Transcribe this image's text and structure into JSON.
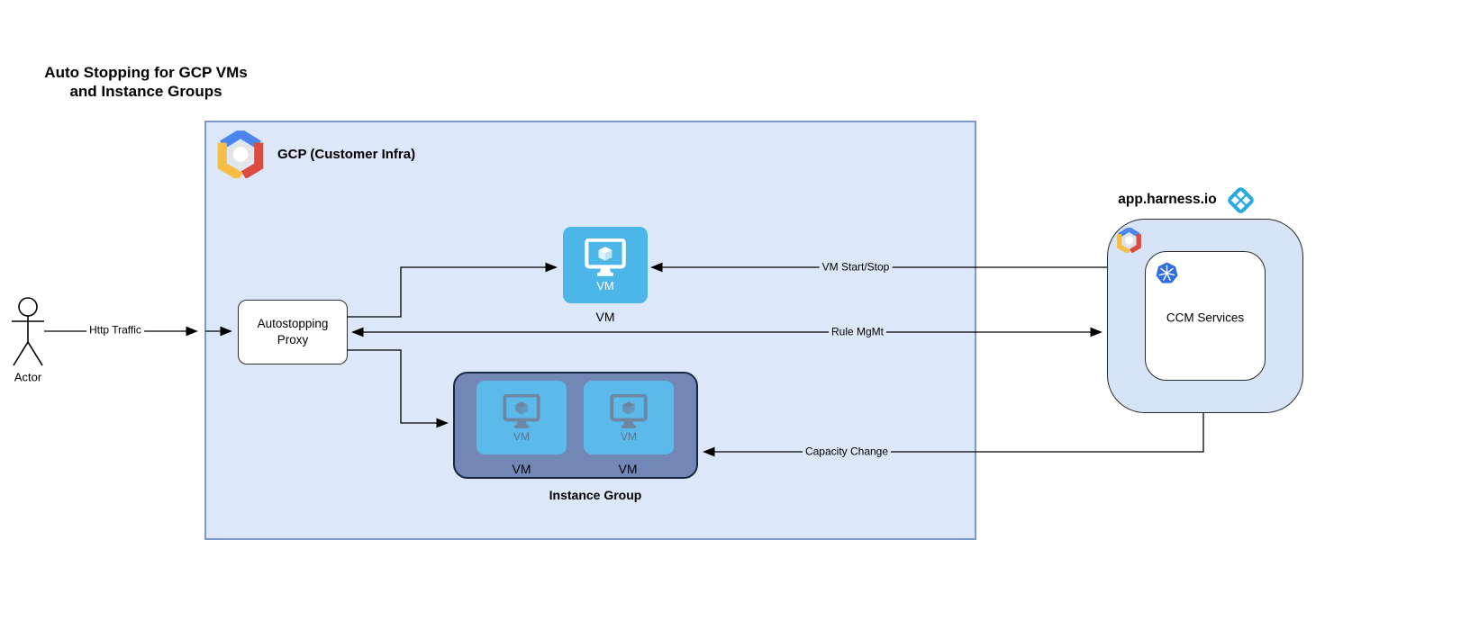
{
  "title": "Auto Stopping for GCP VMs\nand Instance Groups",
  "actor": {
    "label": "Actor"
  },
  "edges": {
    "http_traffic": "Http Traffic",
    "vm_start_stop": "VM Start/Stop",
    "rule_mgmt": "Rule MgMt",
    "capacity_change": "Capacity Change"
  },
  "gcp": {
    "label": "GCP (Customer Infra)"
  },
  "proxy": {
    "label": "Autostopping\nProxy"
  },
  "vm": {
    "icon_label": "VM",
    "label": "VM"
  },
  "instance_group": {
    "label": "Instance Group",
    "tiles": [
      {
        "icon_label": "VM",
        "label": "VM"
      },
      {
        "icon_label": "VM",
        "label": "VM"
      }
    ]
  },
  "harness": {
    "label": "app.harness.io",
    "ccm_label": "CCM Services"
  },
  "icons": [
    "gcp-logo",
    "harness-logo",
    "kubernetes-icon",
    "vm-monitor-icon",
    "actor-stick-figure"
  ],
  "colors": {
    "gcp_container_fill": "#dce7f9",
    "gcp_container_border": "#7d99cb",
    "harness_container_fill": "#d7e3f7",
    "instance_group_fill": "#7287b5",
    "instance_group_border": "#1b2742",
    "vm_icon_blue": "#4cb6e8",
    "instance_tile_blue": "#5bbae9",
    "kubernetes_blue": "#326ce5",
    "harness_logo_blue": "#29a9e0",
    "gcp_logo_blue": "#4c85ee",
    "gcp_logo_red": "#db4b3f",
    "gcp_logo_yellow": "#f7be45",
    "connector_black": "#000000"
  }
}
